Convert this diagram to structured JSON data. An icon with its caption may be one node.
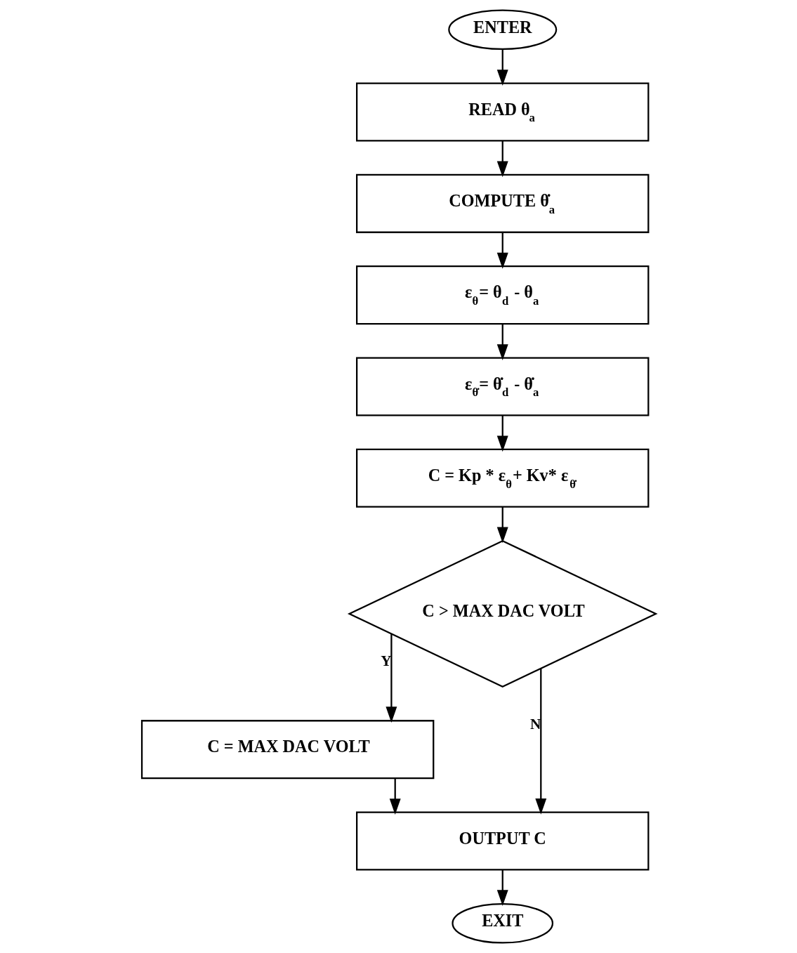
{
  "diagram": {
    "nodes": [
      {
        "text": [
          "ENTER"
        ]
      },
      {
        "text": [
          "READ θ$_{a}$"
        ]
      },
      {
        "text": [
          "COMPUTE θ̇$_{a}$"
        ]
      },
      {
        "text": [
          "ε$_{θ}$= θ$_{d}$ - θ$_{a}$"
        ]
      },
      {
        "text": [
          "ε$_{θ̇}$= θ̇$_{d}$ - θ̇$_{a}$"
        ]
      },
      {
        "text": [
          "C = Kp * ε$_{θ}$+ Kv* ε$_{θ̇}$"
        ]
      },
      {
        "text": [
          "C > MAX DAC VOLT"
        ]
      },
      {
        "text": [
          "C = MAX DAC VOLT"
        ]
      },
      {
        "text": [
          "OUTPUT C"
        ]
      },
      {
        "text": [
          "EXIT"
        ]
      }
    ],
    "edges": [
      {
        "from": 0,
        "to": 1,
        "arrow": "to"
      },
      {
        "from": 1,
        "to": 2,
        "arrow": "to"
      },
      {
        "from": 2,
        "to": 3,
        "arrow": "to"
      },
      {
        "from": 3,
        "to": 4,
        "arrow": "to"
      },
      {
        "from": 4,
        "to": 5,
        "arrow": "to"
      },
      {
        "from": 5,
        "to": 6,
        "arrow": "to"
      },
      {
        "from": 6,
        "to": 7,
        "arrow": "to",
        "label": "Y"
      },
      {
        "from": 6,
        "to": 8,
        "arrow": "to",
        "label": "N"
      },
      {
        "from": 7,
        "to": 8,
        "arrow": "to"
      },
      {
        "from": 8,
        "to": 9,
        "arrow": "to"
      }
    ]
  }
}
